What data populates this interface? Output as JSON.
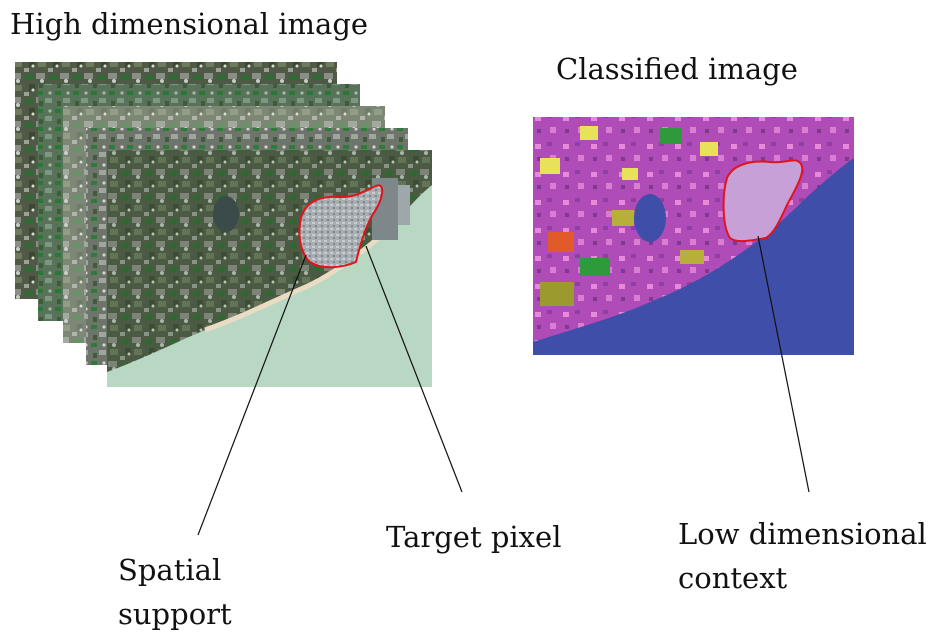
{
  "titles": {
    "high_dimensional": "High dimensional image",
    "classified": "Classified image"
  },
  "annotations": {
    "spatial_support": [
      "Spatial",
      "support"
    ],
    "target_pixel": "Target pixel",
    "low_dimensional_context": [
      "Low dimensional",
      "context"
    ]
  },
  "colors": {
    "highlight_outline": "#e0141c",
    "sea_satellite": "#b9d8c4",
    "sea_classified": "#3f4ea8",
    "urban_classified": "#b04cb8",
    "line": "#111111"
  }
}
